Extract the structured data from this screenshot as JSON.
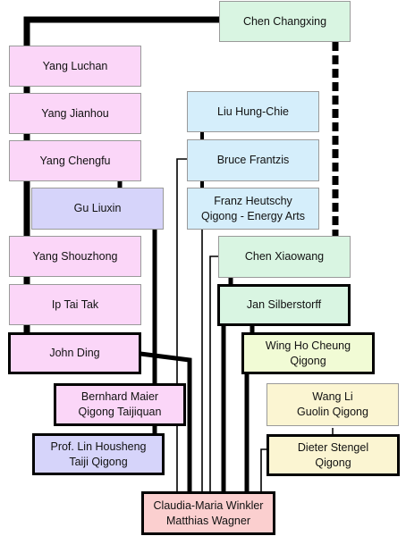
{
  "nodes": {
    "chen_changxing": "Chen Changxing",
    "yang_luchan": "Yang Luchan",
    "yang_jianhou": "Yang Jianhou",
    "yang_chengfu": "Yang Chengfu",
    "gu_liuxin": "Gu Liuxin",
    "yang_shouzhong": "Yang Shouzhong",
    "ip_tai_tak": "Ip Tai Tak",
    "john_ding": "John Ding",
    "bernhard_maier": [
      "Bernhard Maier",
      "Qigong Taijiquan"
    ],
    "lin_housheng": [
      "Prof. Lin Housheng",
      "Taiji Qigong"
    ],
    "liu_hung_chie": "Liu Hung-Chie",
    "bruce_frantzis": "Bruce Frantzis",
    "franz_heutschy": [
      "Franz Heutschy",
      "Qigong - Energy Arts"
    ],
    "chen_xiaowang": "Chen Xiaowang",
    "jan_silberstorff": "Jan Silberstorff",
    "wing_ho_cheung": [
      "Wing Ho Cheung",
      "Qigong"
    ],
    "wang_li": [
      "Wang Li",
      "Guolin Qigong"
    ],
    "dieter_stengel": [
      "Dieter Stengel",
      "Qigong"
    ],
    "claudia_matthias": [
      "Claudia-Maria Winkler",
      "Matthias Wagner"
    ]
  },
  "colors": {
    "pink": "#fbd6f8",
    "lavender": "#d6d4fa",
    "blue": "#d5eefb",
    "mint": "#d9f5e2",
    "yellow": "#fbf5d2",
    "lime": "#f1fbd5",
    "salmon": "#fbcfcf",
    "line": "#000000"
  }
}
